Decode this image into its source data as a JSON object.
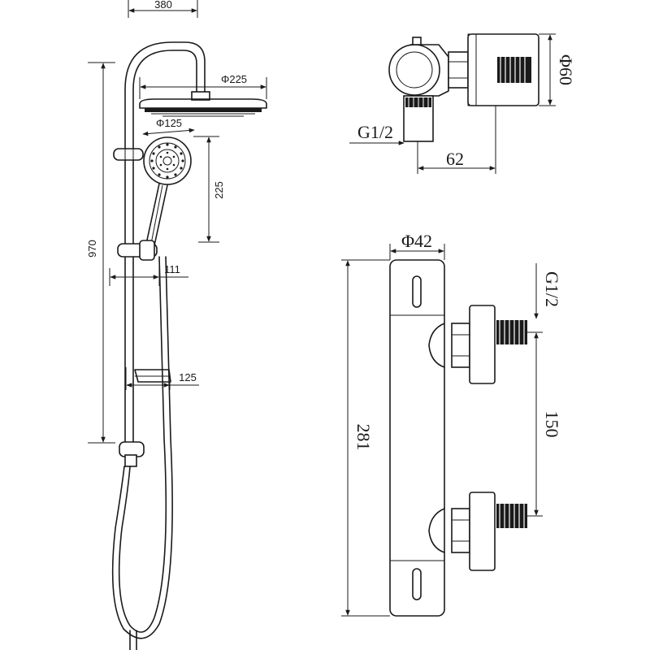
{
  "shower_system": {
    "arm_width": "380",
    "head_diameter": "Φ225",
    "handset_diameter": "Φ125",
    "handset_drop": "225",
    "total_height": "970",
    "rail_offset": "111",
    "shelf_depth": "125"
  },
  "valve_top": {
    "diameter": "Φ60",
    "thread": "G1/2",
    "depth": "62"
  },
  "valve_front": {
    "body_diameter": "Φ42",
    "thread": "G1/2",
    "length": "281",
    "centers": "150"
  },
  "colors": {
    "line": "#1a1a1a",
    "background": "#ffffff"
  }
}
